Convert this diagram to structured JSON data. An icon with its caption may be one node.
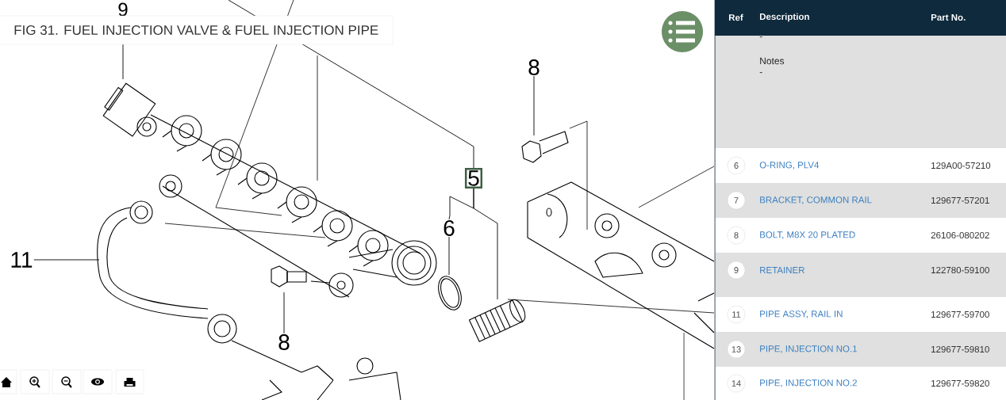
{
  "diagram": {
    "title": "FIG 31. FUEL INJECTION VALVE & FUEL INJECTION PIPE",
    "nodes": [
      {
        "text": [
          "9"
        ]
      },
      {
        "text": [
          "8"
        ]
      },
      {
        "text": [
          "5"
        ]
      },
      {
        "text": [
          "6"
        ]
      },
      {
        "text": [
          "11"
        ]
      },
      {
        "text": [
          "8"
        ]
      }
    ],
    "edges": [
      {
        "from": 0,
        "to": null,
        "arrow": "none"
      },
      {
        "from": 1,
        "to": null,
        "arrow": "none"
      },
      {
        "from": 2,
        "to": null,
        "arrow": "none"
      },
      {
        "from": 2,
        "to": null,
        "arrow": "none"
      },
      {
        "from": 3,
        "to": null,
        "arrow": "none"
      },
      {
        "from": 4,
        "to": null,
        "arrow": "none"
      },
      {
        "from": 5,
        "to": null,
        "arrow": "none"
      },
      {
        "from": 2,
        "to": 3,
        "arrow": "none"
      }
    ],
    "labels": [
      "Ref",
      "Description",
      "Part No.",
      "-",
      "Notes",
      "-",
      "6",
      "O-RING, PLV4",
      "129A00-57210",
      "7",
      "BRACKET, COMMON RAIL",
      "129677-57201",
      "8",
      "BOLT, M8X 20 PLATED",
      "26106-080202",
      "9",
      "RETAINER",
      "122780-59100",
      "11",
      "PIPE ASSY, RAIL IN",
      "129677-59700",
      "13",
      "PIPE, INJECTION NO.1",
      "129677-59810",
      "14",
      "PIPE, INJECTION NO.2",
      "129677-59820"
    ]
  }
}
